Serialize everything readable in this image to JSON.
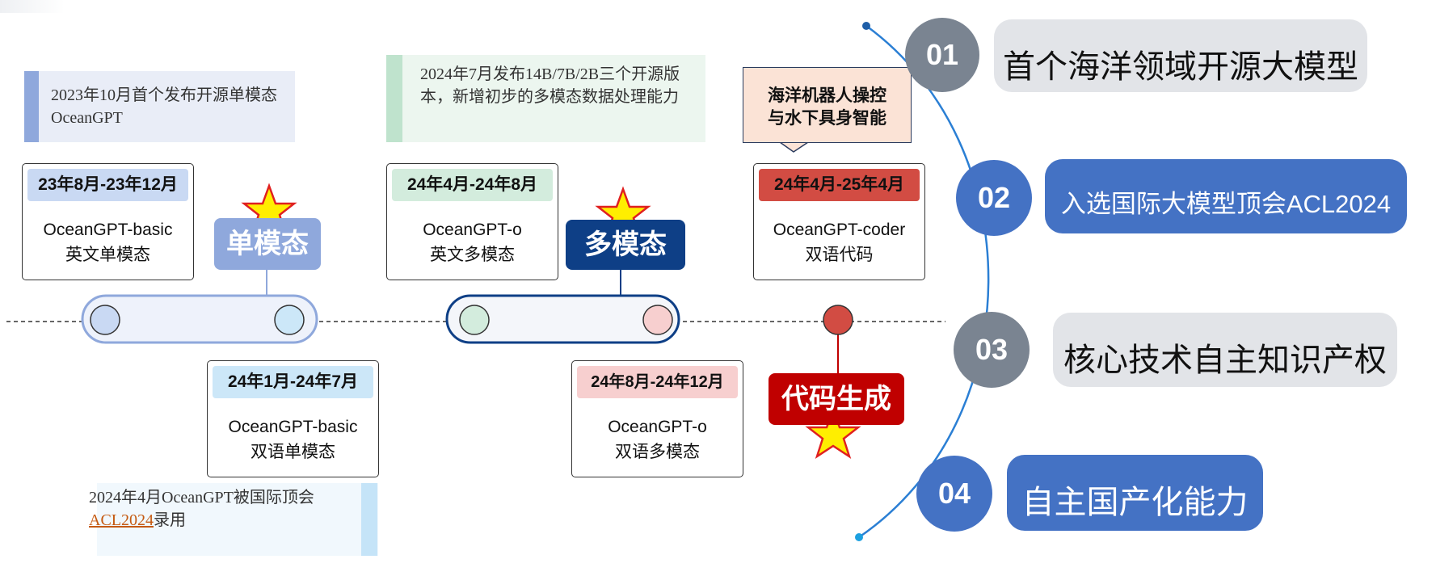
{
  "notes": {
    "n1": {
      "text": "2023年10月首个发布开源单模态OceanGPT"
    },
    "n2": {
      "text": "2024年7月发布14B/7B/2B三个开源版本，新增初步的多模态数据处理能力"
    },
    "n3": {
      "prefix": "2024年4月OceanGPT被国际顶会",
      "link": "ACL2024",
      "suffix": "录用"
    }
  },
  "cards": [
    {
      "date": "23年8月-23年12月",
      "line1": "OceanGPT-basic",
      "line2": "英文单模态",
      "date_color": "#c9d9f3"
    },
    {
      "date": "24年1月-24年7月",
      "line1": "OceanGPT-basic",
      "line2": "双语单模态",
      "date_color": "#cce7f8"
    },
    {
      "date": "24年4月-24年8月",
      "line1": "OceanGPT-o",
      "line2": "英文多模态",
      "date_color": "#d3ecdd"
    },
    {
      "date": "24年8月-24年12月",
      "line1": "OceanGPT-o",
      "line2": "双语多模态",
      "date_color": "#f7cfcf"
    },
    {
      "date": "24年4月-25年4月",
      "line1": "OceanGPT-coder",
      "line2": "双语代码",
      "date_color": "#d24c43"
    }
  ],
  "tags": {
    "single": "单模态",
    "multi": "多模态",
    "code": "代码生成"
  },
  "callout": {
    "line1": "海洋机器人操控",
    "line2": "与水下具身智能"
  },
  "highlights": [
    {
      "num": "01",
      "text": "首个海洋领域开源大模型"
    },
    {
      "num": "02",
      "text": "入选国际大模型顶会ACL2024"
    },
    {
      "num": "03",
      "text": "核心技术自主知识产权"
    },
    {
      "num": "04",
      "text": "自主国产化能力"
    }
  ],
  "colors": {
    "accent_blue": "#4472c4",
    "gray": "#7a8491",
    "navy": "#0e3f86",
    "code_red": "#c00000",
    "single_tag": "#8fa8dc"
  }
}
